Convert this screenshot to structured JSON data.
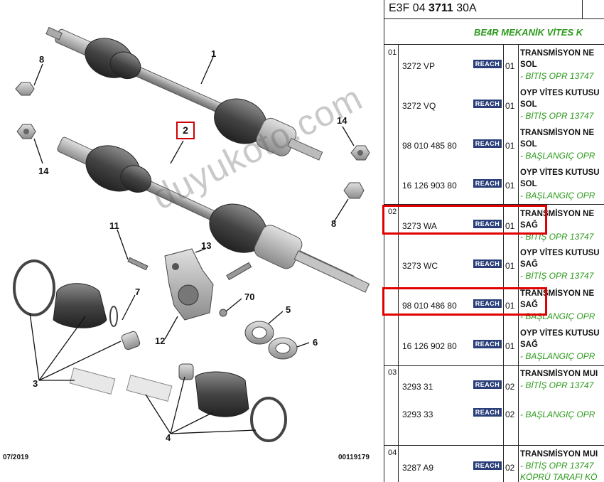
{
  "diagram": {
    "callouts": [
      "1",
      "2",
      "3",
      "4",
      "5",
      "6",
      "7",
      "8",
      "8",
      "11",
      "12",
      "13",
      "14",
      "14",
      "70"
    ],
    "boxed_callout": "2",
    "footer_left": "07/2019",
    "footer_right": "00119179",
    "watermark": "duyukoto.com"
  },
  "table": {
    "ref_code_a": "E3F 04",
    "ref_code_b": "3711",
    "ref_code_c": "30A",
    "subtitle": "BE4R MEKANİK VİTES K",
    "groups": [
      "01",
      "02",
      "03",
      "04"
    ],
    "reach_label": "REACH",
    "rows": [
      {
        "group": "01",
        "pno": "3272 VP",
        "qty": "01",
        "d1": "TRANSMİSYON NE",
        "d2": "SOL",
        "d3": "- BİTİŞ OPR 13747"
      },
      {
        "group": "",
        "pno": "3272 VQ",
        "qty": "01",
        "d1": "OYP VİTES KUTUSU",
        "d2": "SOL",
        "d3": "- BİTİŞ OPR 13747"
      },
      {
        "group": "",
        "pno": "98 010 485 80",
        "qty": "01",
        "d1": "TRANSMİSYON NE",
        "d2": "SOL",
        "d3": "- BAŞLANGIÇ OPR"
      },
      {
        "group": "",
        "pno": "16 126 903 80",
        "qty": "01",
        "d1": "OYP VİTES KUTUSU",
        "d2": "SOL",
        "d3": "- BAŞLANGIÇ OPR"
      },
      {
        "group": "02",
        "pno": "3273 WA",
        "qty": "01",
        "d1": "TRANSMİSYON NE",
        "d2": "SAĞ",
        "d3": "- BİTİŞ OPR 13747"
      },
      {
        "group": "",
        "pno": "3273 WC",
        "qty": "01",
        "d1": "OYP VİTES KUTUSU",
        "d2": "SAĞ",
        "d3": "- BİTİŞ OPR 13747"
      },
      {
        "group": "",
        "pno": "98 010 486 80",
        "qty": "01",
        "d1": "TRANSMİSYON NE",
        "d2": "SAĞ",
        "d3": "- BAŞLANGIÇ OPR"
      },
      {
        "group": "",
        "pno": "16 126 902 80",
        "qty": "01",
        "d1": "OYP VİTES KUTUSU",
        "d2": "SAĞ",
        "d3": "- BAŞLANGIÇ OPR"
      },
      {
        "group": "03",
        "pno": "3293 31",
        "qty": "02",
        "d1": "TRANSMİSYON MUI",
        "d2": "",
        "d3": "- BİTİŞ OPR 13747"
      },
      {
        "group": "",
        "pno": "3293 33",
        "qty": "02",
        "d1": "",
        "d2": "",
        "d3": "- BAŞLANGIÇ OPR"
      },
      {
        "group": "04",
        "pno": "3287 A9",
        "qty": "02",
        "d1": "TRANSMİSYON MUI",
        "d2": "",
        "d3": "- BİTİŞ OPR 13747"
      }
    ],
    "last_row_extra": "KÖPRÜ TARAFI KÖ"
  },
  "colors": {
    "highlight": "#e00000",
    "green_text": "#2a9a1a",
    "reach_badge": "#2a3f7a"
  }
}
